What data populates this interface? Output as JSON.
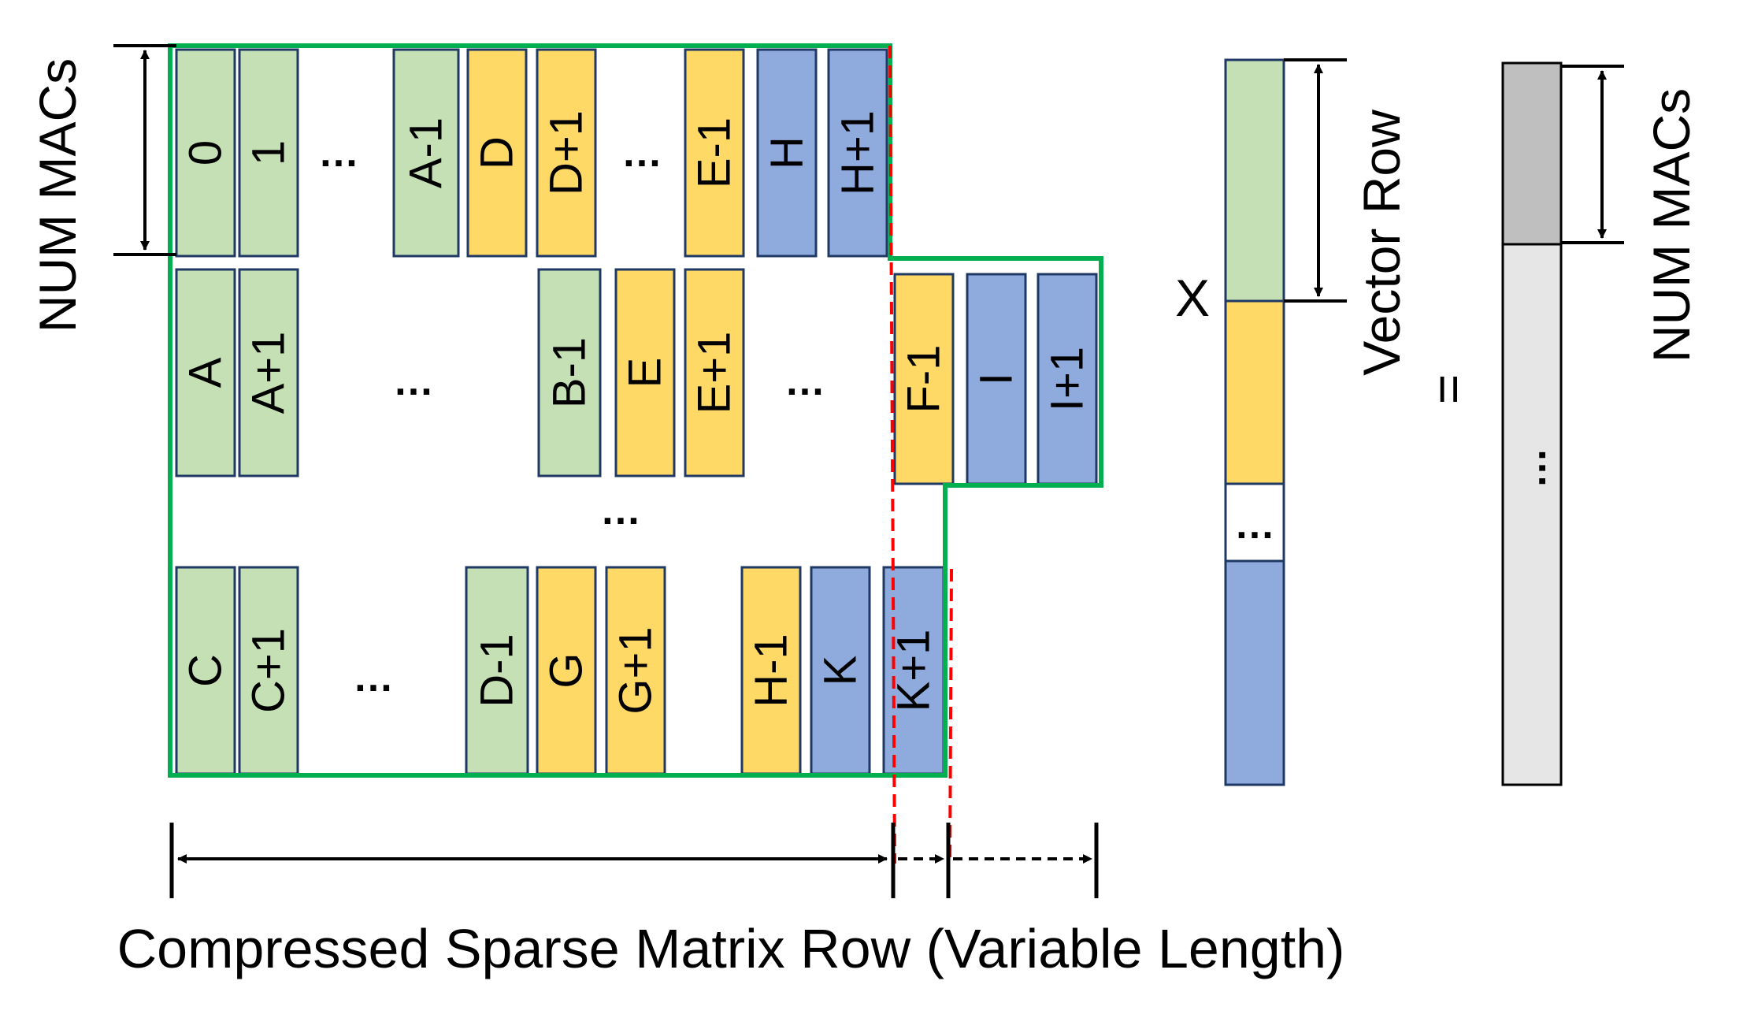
{
  "colors": {
    "green_fill": "#C5E0B4",
    "yellow_fill": "#FFD966",
    "blue_fill": "#8FAADC",
    "dark_gray_fill": "#BFBFBF",
    "light_gray_fill": "#E7E6E6",
    "cell_border": "#1F3864",
    "outline_green": "#00B050",
    "cut_red": "#FF0000"
  },
  "matrix": {
    "num_macs_label": "NUM MACs",
    "caption": "Compressed Sparse Matrix Row (Variable Length)",
    "ellipsis": "…",
    "rows": [
      {
        "cells": [
          {
            "label": "0",
            "color": "green"
          },
          {
            "label": "1",
            "color": "green"
          },
          {
            "label": "…",
            "color": "none"
          },
          {
            "label": "A-1",
            "color": "green"
          },
          {
            "label": "D",
            "color": "yellow"
          },
          {
            "label": "D+1",
            "color": "yellow"
          },
          {
            "label": "…",
            "color": "none"
          },
          {
            "label": "E-1",
            "color": "yellow"
          },
          {
            "label": "H",
            "color": "blue"
          },
          {
            "label": "H+1",
            "color": "blue"
          }
        ]
      },
      {
        "cells": [
          {
            "label": "A",
            "color": "green"
          },
          {
            "label": "A+1",
            "color": "green"
          },
          {
            "label": "…",
            "color": "none"
          },
          {
            "label": "B-1",
            "color": "green"
          },
          {
            "label": "E",
            "color": "yellow"
          },
          {
            "label": "E+1",
            "color": "yellow"
          },
          {
            "label": "…",
            "color": "none"
          },
          {
            "label": "F-1",
            "color": "yellow"
          },
          {
            "label": "I",
            "color": "blue"
          },
          {
            "label": "I+1",
            "color": "blue"
          }
        ]
      },
      {
        "cells": [
          {
            "label": "C",
            "color": "green"
          },
          {
            "label": "C+1",
            "color": "green"
          },
          {
            "label": "…",
            "color": "none"
          },
          {
            "label": "D-1",
            "color": "green"
          },
          {
            "label": "G",
            "color": "yellow"
          },
          {
            "label": "G+1",
            "color": "yellow"
          },
          {
            "label": "H-1",
            "color": "yellow"
          },
          {
            "label": "K",
            "color": "blue"
          },
          {
            "label": "K+1",
            "color": "blue"
          }
        ]
      }
    ]
  },
  "operator_times": "X",
  "operator_equals": "=",
  "vector": {
    "label": "Vector Row",
    "segments": [
      {
        "color": "green",
        "label": ""
      },
      {
        "color": "yellow",
        "label": ""
      },
      {
        "color": "white",
        "label": "…"
      },
      {
        "color": "blue",
        "label": ""
      }
    ]
  },
  "result": {
    "label": "NUM MACs",
    "ellipsis": "…"
  }
}
